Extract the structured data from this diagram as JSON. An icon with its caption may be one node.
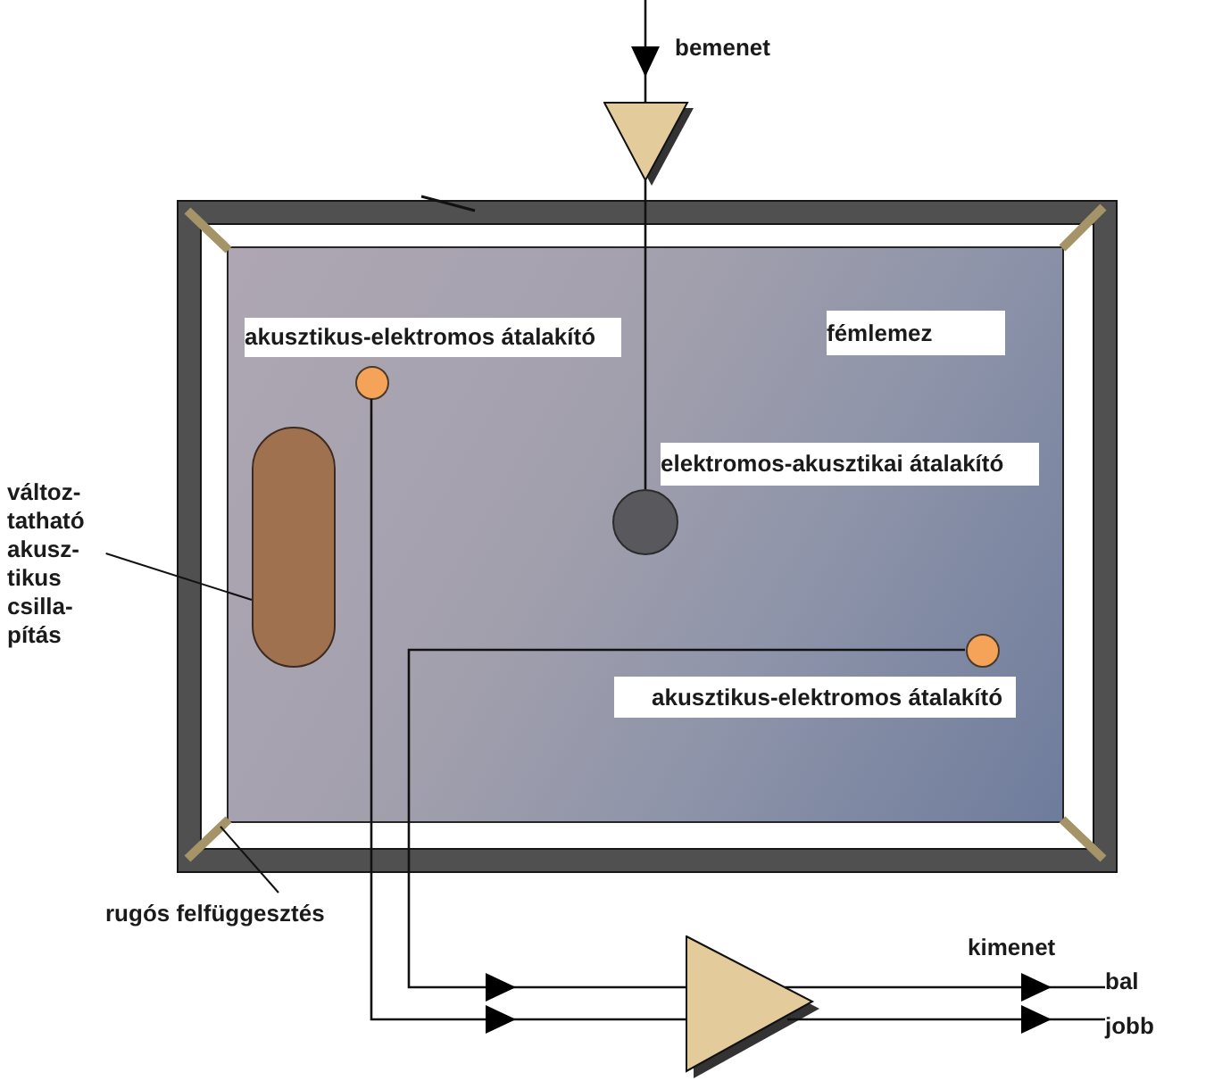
{
  "diagram": {
    "nodes": [
      {
        "text": [],
        "shape": "triangle"
      },
      {
        "text": [],
        "shape": "box"
      },
      {
        "text": [
          "fémlemez"
        ],
        "in": 1
      },
      {
        "text": [],
        "shape": "bar",
        "in": 1
      },
      {
        "text": [],
        "shape": "bar",
        "in": 1
      },
      {
        "text": [],
        "shape": "circle",
        "in": 2,
        "beside": [
          "akusztikus-elektromos átalakító"
        ]
      },
      {
        "text": [],
        "shape": "box",
        "in": 2
      },
      {
        "text": [
          "változ- tatható akusz- tikus csilla- pítás"
        ]
      },
      {
        "text": [],
        "shape": "circle",
        "in": 2,
        "beside": [
          "elektromos-akusztikai átalakító"
        ]
      },
      {
        "text": [],
        "shape": "circle",
        "in": 2,
        "beside": [
          "akusztikus-elektromos átalakító"
        ]
      },
      {
        "text": [],
        "shape": "bar",
        "in": 1
      },
      {
        "text": [],
        "shape": "bar",
        "in": 1
      },
      {
        "text": [
          "rugós felfüggesztés"
        ]
      },
      {
        "text": [],
        "shape": "triangle"
      },
      {
        "text": [
          "bal"
        ]
      },
      {
        "text": [
          "jobb"
        ]
      }
    ],
    "edges": [
      {
        "from": null,
        "to": 0,
        "arrow": "to",
        "label": "bemenet"
      },
      {
        "from": 0,
        "to": 8,
        "arrow": "none"
      },
      {
        "from": 5,
        "to": 13,
        "arrow": "to"
      },
      {
        "from": 9,
        "to": 13,
        "arrow": "to"
      },
      {
        "from": 13,
        "to": 14,
        "arrow": "to"
      },
      {
        "from": 13,
        "to": 15,
        "arrow": "to"
      },
      {
        "from": 7,
        "to": 6,
        "arrow": "none"
      },
      {
        "from": 12,
        "to": 10,
        "arrow": "none"
      }
    ],
    "labels": [
      "kimenet"
    ]
  }
}
